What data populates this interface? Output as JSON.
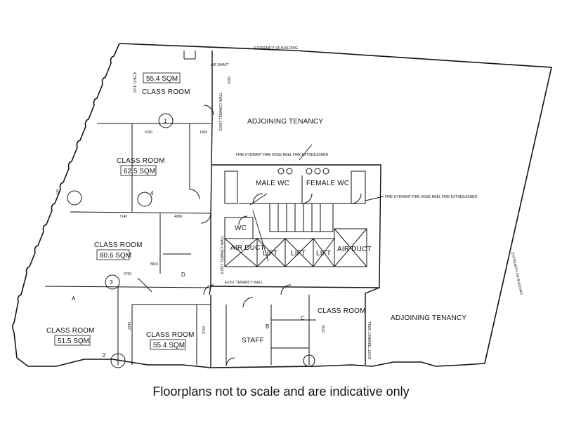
{
  "caption": "Floorplans not to scale and are indicative only",
  "labels": {
    "extremity_top": "EXTREMITY OF BUILDING",
    "extremity_right": "EXTREMITY OF BUILDING",
    "air_shaft": "AIR SHAFT",
    "adjoining_top": "ADJOINING TENANCY",
    "adjoining_right": "ADJOINING TENANCY",
    "exist_tenancy_wall_a": "EXIST TENANCY WALL",
    "exist_tenancy_wall_b": "EXIST TENANCY WALL",
    "exist_tenancy_wall_c": "EXIST TENANCY WALL",
    "exist_tenancy_wall_d": "EXIST TENANCY WALL",
    "fire_equipment_left": "FIRE HYDRANT FIRE HOSE REEL FIRE EXTINGUISHER",
    "fire_equipment_right": "FIRE HYDRANT FIRE HOSE REEL FIRE EXTINGUISHER",
    "male_wc": "MALE WC",
    "female_wc": "FEMALE WC",
    "wc": "WC",
    "air_duct_left": "AIR DUCT",
    "air_duct_right": "AIR DUCT",
    "lift_1": "LIFT",
    "lift_2": "LIFT",
    "lift_3": "LIFT",
    "staff": "STAFF",
    "dim_4100": "4100",
    "dim_1500": "1500",
    "dim_5200": "5200",
    "dim_7140": "7140",
    "dim_4906": "4906",
    "dim_3710": "3710",
    "dim_2340": "2340",
    "dim_5750": "5750",
    "dim_2700": "2700",
    "dim_5810": "5810",
    "site_check": "SITE CHECK"
  },
  "rooms": [
    {
      "name": "CLASS ROOM",
      "area": "55.4 SQM"
    },
    {
      "name": "CLASS ROOM",
      "area": "62.5 SQM"
    },
    {
      "name": "CLASS ROOM",
      "area": "80.6 SQM"
    },
    {
      "name": "CLASS ROOM",
      "area": "51.5 SQM"
    },
    {
      "name": "CLASS ROOM",
      "area": "55.4 SQM"
    },
    {
      "name": "CLASS ROOM",
      "area": ""
    }
  ],
  "markers": [
    "1",
    "2",
    "3",
    "4",
    "5",
    "A",
    "B",
    "C",
    "D"
  ]
}
